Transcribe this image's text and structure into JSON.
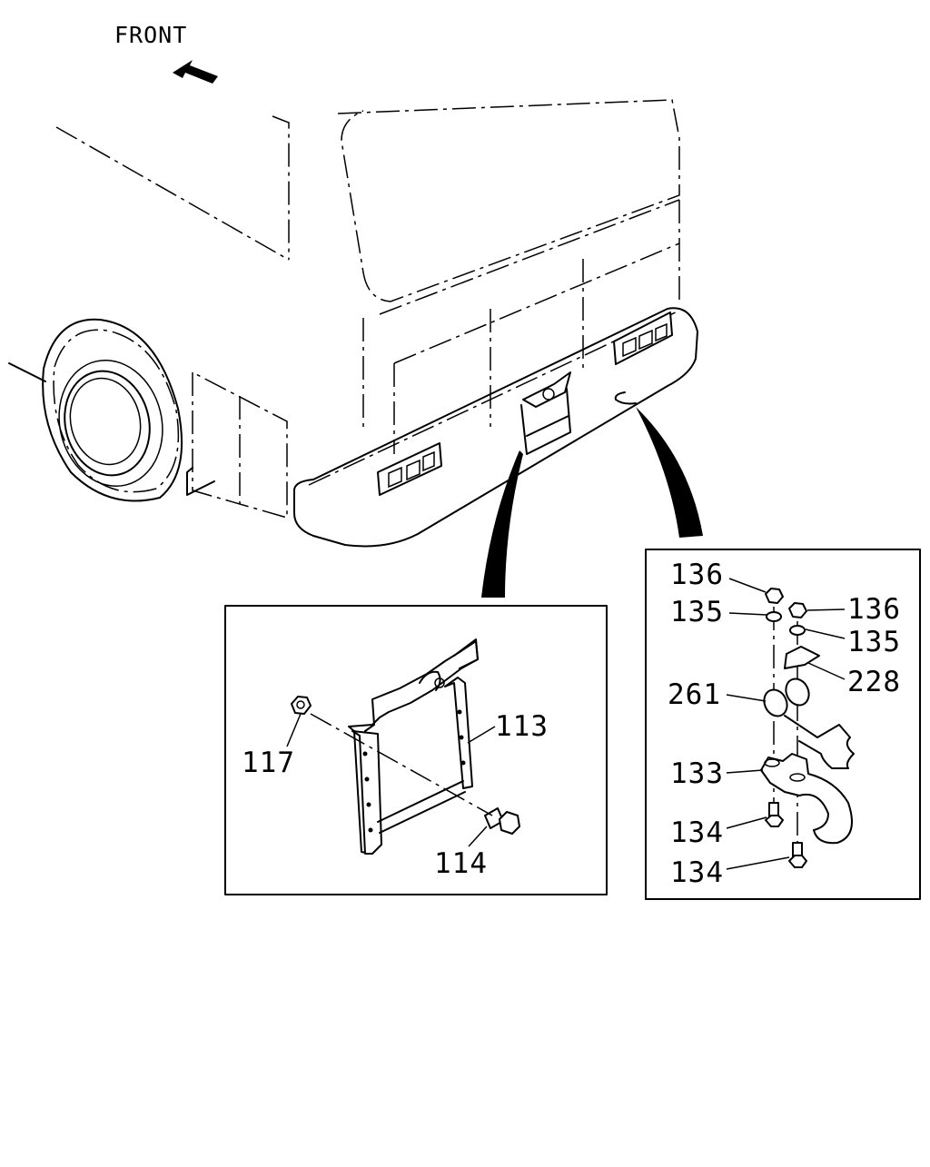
{
  "direction_label": "FRONT",
  "detail_left": {
    "callouts": [
      "113",
      "117",
      "114"
    ]
  },
  "detail_right": {
    "callouts": [
      "136",
      "135",
      "136",
      "135",
      "228",
      "261",
      "133",
      "134",
      "134"
    ]
  }
}
